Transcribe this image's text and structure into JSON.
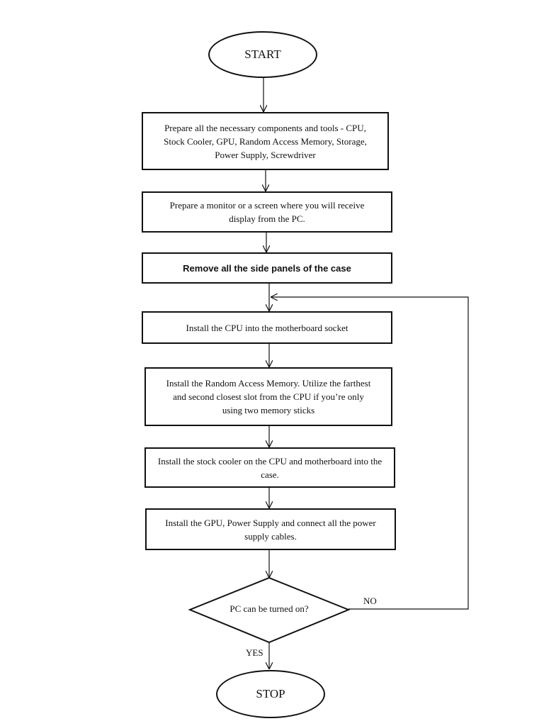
{
  "flowchart": {
    "start": "START",
    "steps": [
      "Prepare all the necessary components and tools - CPU, Stock Cooler, GPU, Random Access Memory, Storage, Power Supply, Screwdriver",
      "Prepare a monitor or a screen where you will receive display from the PC.",
      "Remove all the side panels of the case",
      "Install the CPU into the motherboard socket",
      "Install the Random Access Memory. Utilize the farthest and second closest slot from the CPU if you’re only using two memory sticks",
      "Install the stock cooler on the CPU and motherboard into the case.",
      "Install the GPU, Power Supply and connect all the power supply cables."
    ],
    "decision": "PC can be turned on?",
    "yes_label": "YES",
    "no_label": "NO",
    "stop": "STOP"
  }
}
